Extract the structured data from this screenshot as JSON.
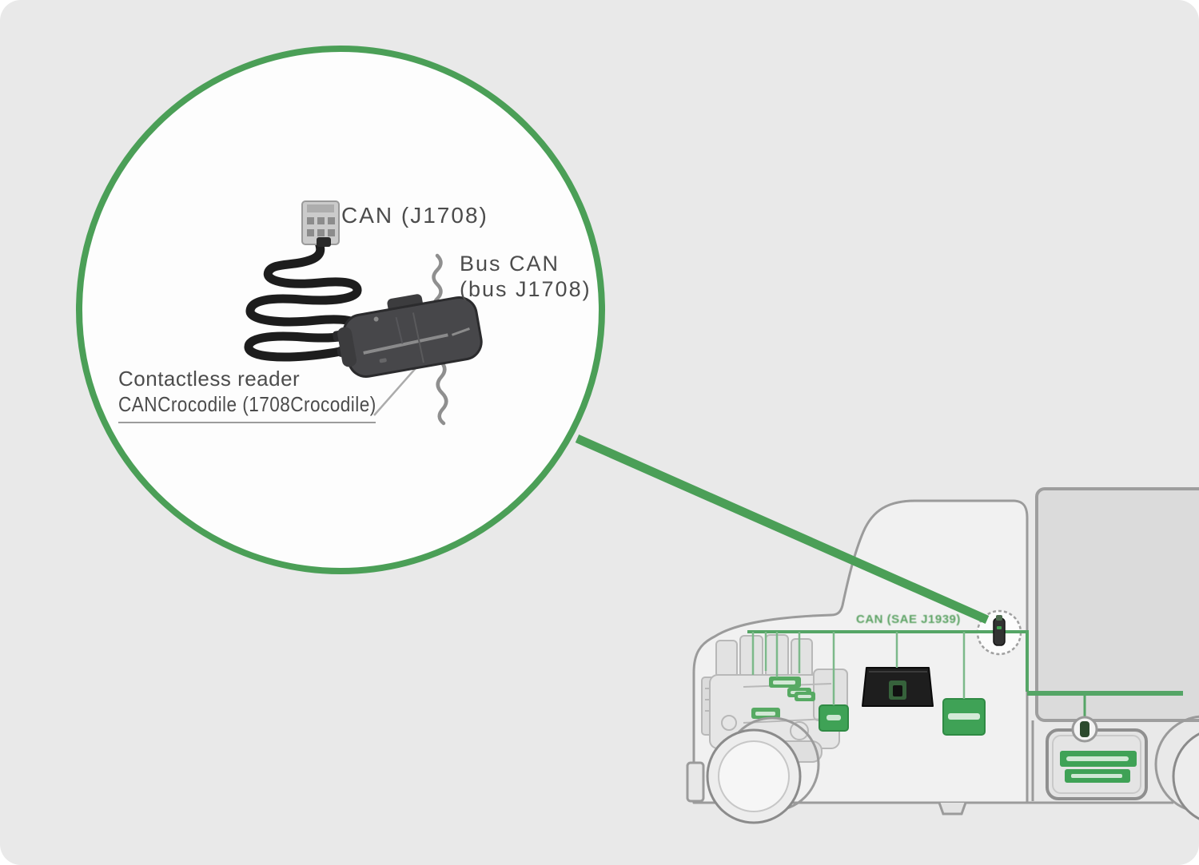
{
  "meta": {
    "title": "CANCrocodile contactless CAN reader installation diagram"
  },
  "palette": {
    "background": "#e9e9e9",
    "accent_green": "#4b9f57",
    "bus_green": "#55a566",
    "drop_green": "#7cb98a",
    "box_green": "#3fa256",
    "label_green": "#4f9b57",
    "outline_gray": "#9b9b9b",
    "device_dark": "#47474a",
    "text_gray": "#4c4c4c"
  },
  "magnifier": {
    "connector_label": "CAN (J1708)",
    "bus_label_line1": "Bus CAN",
    "bus_label_line2": "(bus J1708)",
    "reader_label_line1": "Contactless reader",
    "reader_label_line2": "CANCrocodile (1708Crocodile)"
  },
  "truck": {
    "bus_label": "CAN (SAE J1939)"
  },
  "icons": {
    "magnifier_circle": "zoom-circle",
    "connector": "can-connector-plug",
    "cable": "coiled-cable",
    "reader": "crocodile-reader-clamp",
    "bus_wire": "twisted-pair-wire",
    "truck": "semi-truck-outline",
    "tachograph": "tachograph-unit",
    "ecu": "ecu-box",
    "can_node": "can-node-box",
    "fuel_tank": "fuel-tank",
    "fuel_sensor": "fuel-level-sensor",
    "mount_point": "reader-mount-point"
  }
}
